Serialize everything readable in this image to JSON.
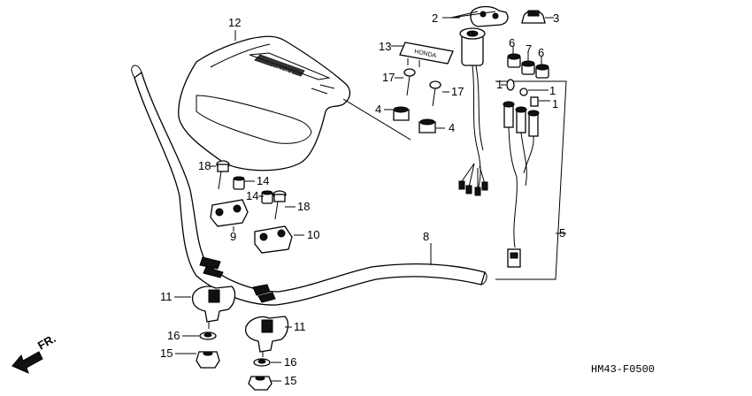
{
  "diagram": {
    "code": "HM43-F0500",
    "direction_label": "FR."
  },
  "callouts": {
    "c1a": "1",
    "c1b": "1",
    "c1c": "1",
    "c2": "2",
    "c3": "3",
    "c4a": "4",
    "c4b": "4",
    "c5": "5",
    "c6a": "6",
    "c6b": "6",
    "c7": "7",
    "c8": "8",
    "c9": "9",
    "c10": "10",
    "c11a": "11",
    "c11b": "11",
    "c12": "12",
    "c13": "13",
    "c14a": "14",
    "c14b": "14",
    "c15a": "15",
    "c15b": "15",
    "c16a": "16",
    "c16b": "16",
    "c17a": "17",
    "c17b": "17",
    "c18a": "18",
    "c18b": "18"
  },
  "logos": {
    "emblem_text": "HONDA"
  }
}
